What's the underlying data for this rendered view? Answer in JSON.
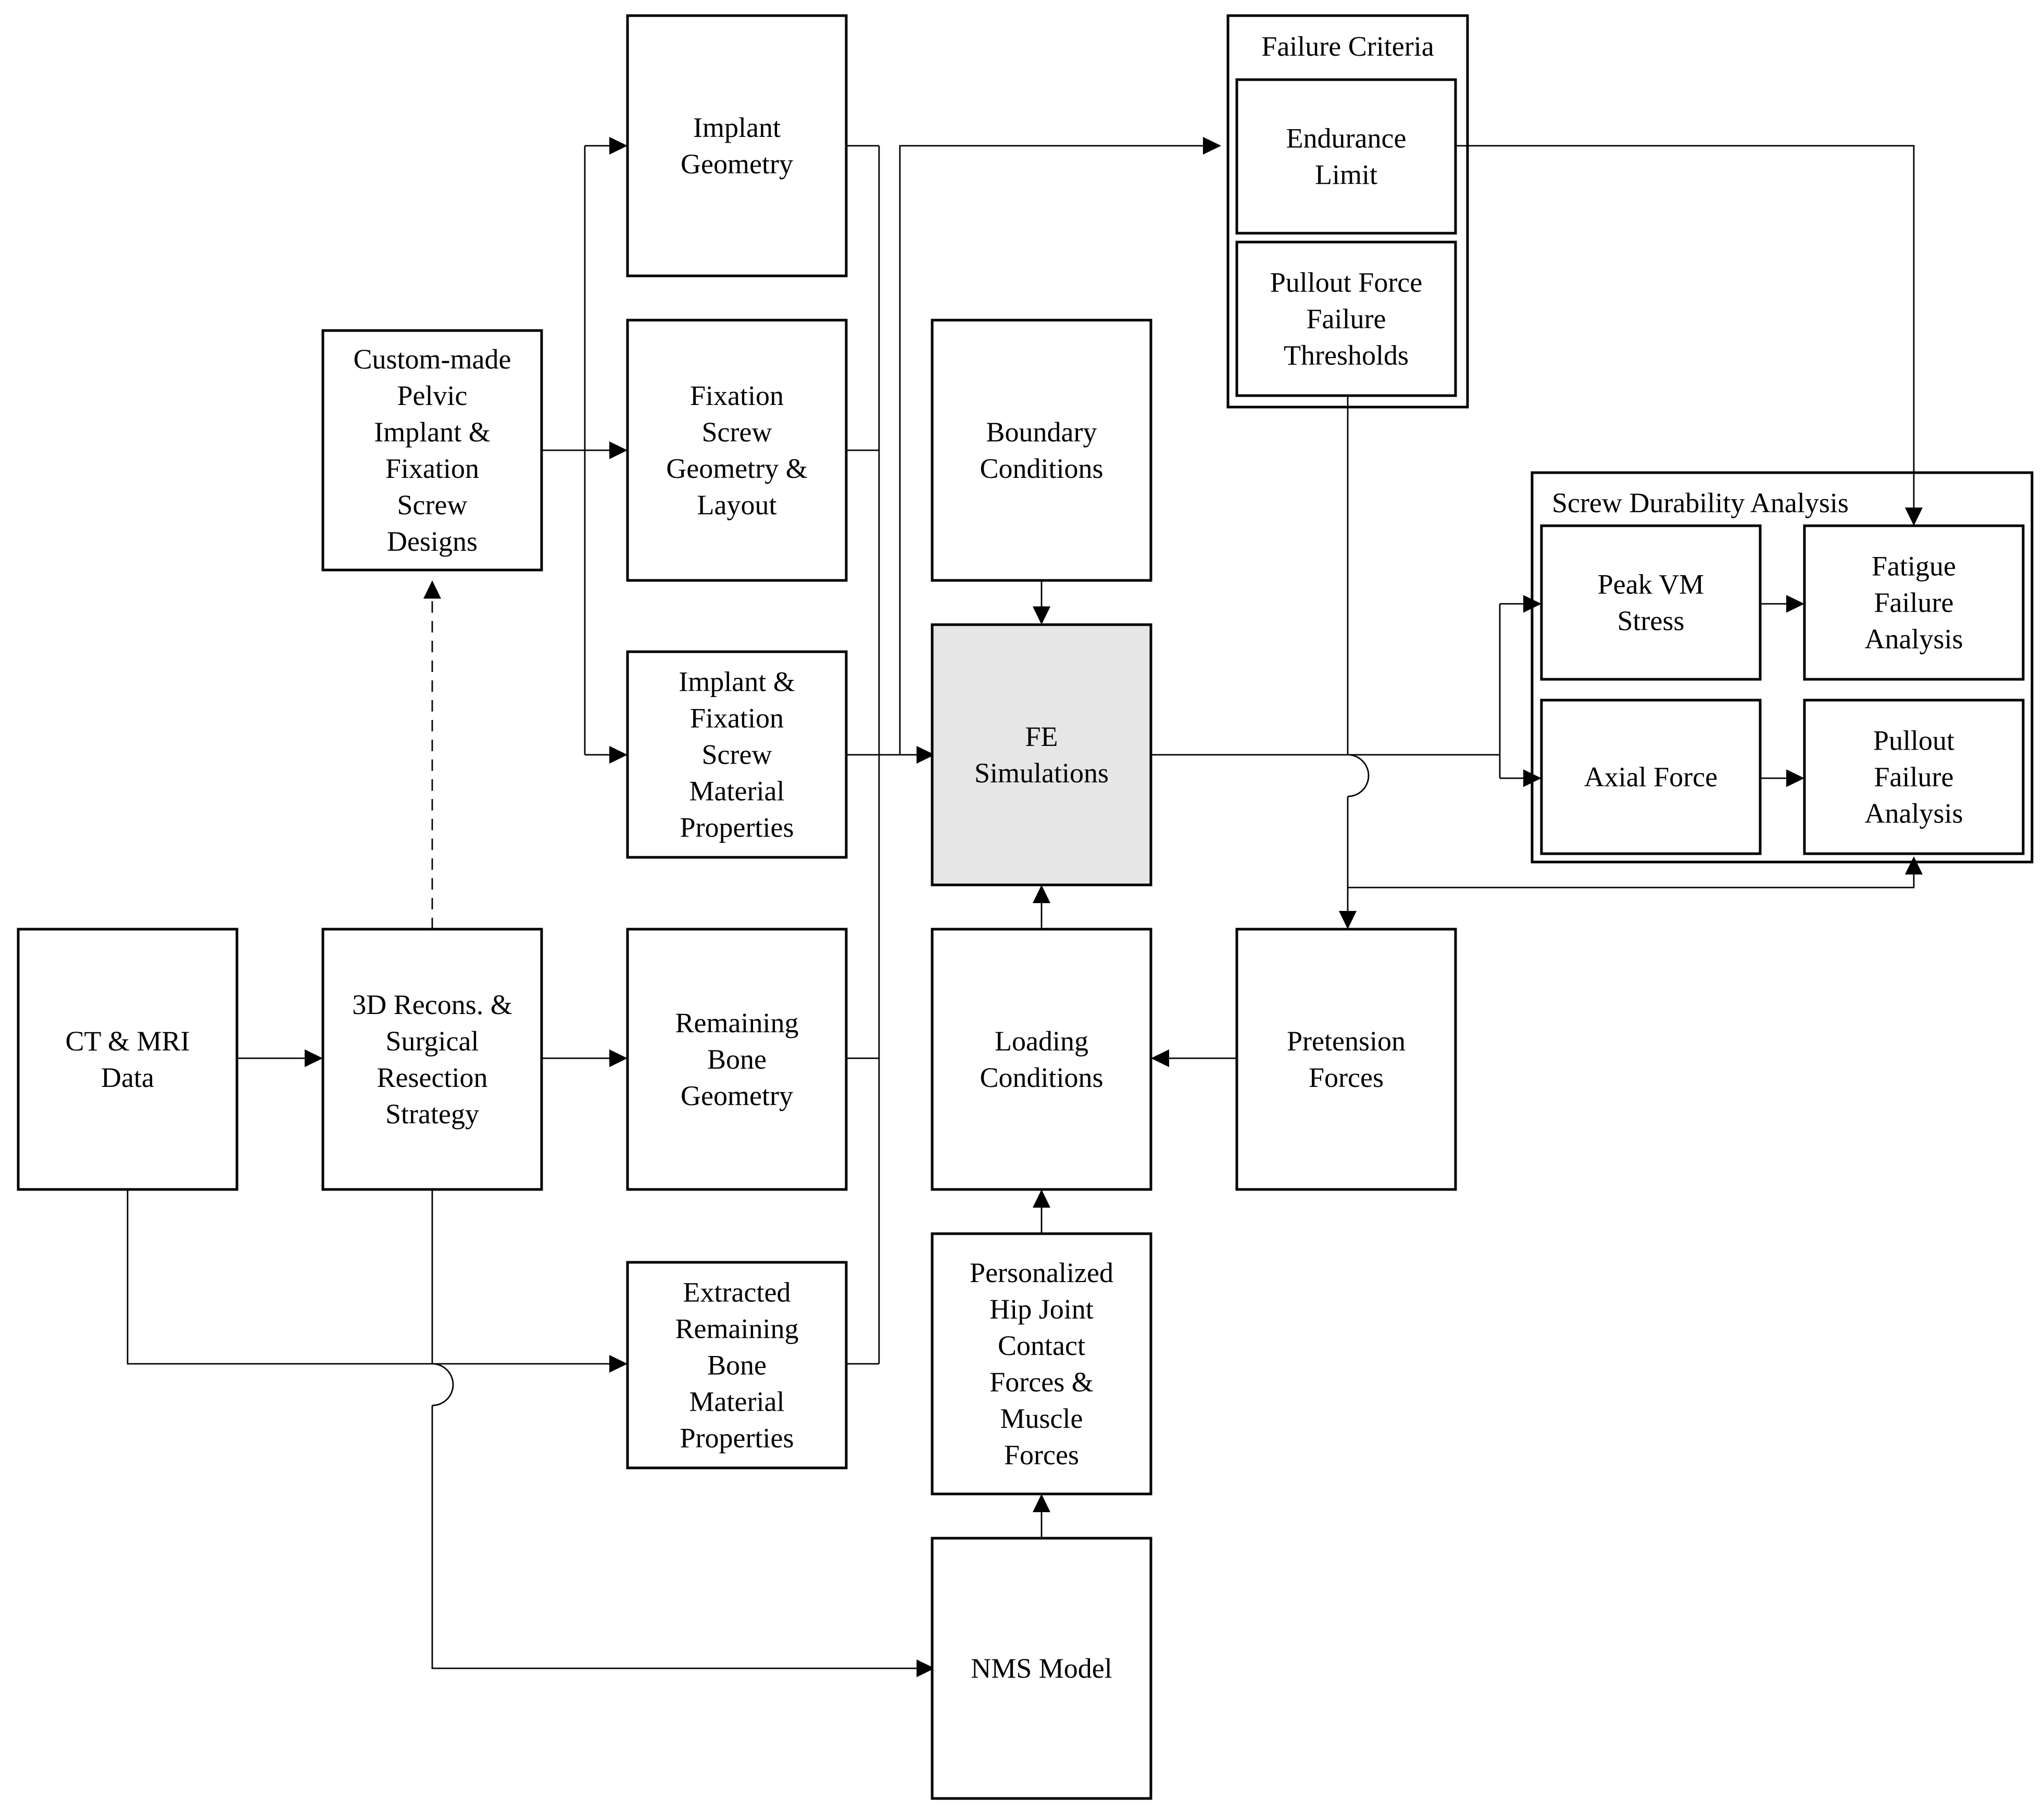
{
  "nodes": {
    "ct_mri": [
      "CT & MRI",
      "Data"
    ],
    "recons": [
      "3D Recons. &",
      "Surgical",
      "Resection",
      "Strategy"
    ],
    "custom": [
      "Custom-made",
      "Pelvic",
      "Implant &",
      "Fixation",
      "Screw",
      "Designs"
    ],
    "implant_geom": [
      "Implant",
      "Geometry"
    ],
    "screw_geom": [
      "Fixation",
      "Screw",
      "Geometry &",
      "Layout"
    ],
    "material": [
      "Implant &",
      "Fixation",
      "Screw",
      "Material",
      "Properties"
    ],
    "remaining_bone": [
      "Remaining",
      "Bone",
      "Geometry"
    ],
    "extracted_bone": [
      "Extracted",
      "Remaining",
      "Bone",
      "Material",
      "Properties"
    ],
    "boundary": [
      "Boundary",
      "Conditions"
    ],
    "fe": [
      "FE",
      "Simulations"
    ],
    "loading": [
      "Loading",
      "Conditions"
    ],
    "hip_forces": [
      "Personalized",
      "Hip Joint",
      "Contact",
      "Forces &",
      "Muscle",
      "Forces"
    ],
    "nms": [
      "NMS Model"
    ],
    "pretension": [
      "Pretension",
      "Forces"
    ],
    "endurance": [
      "Endurance",
      "Limit"
    ],
    "pullout_threshold": [
      "Pullout Force",
      "Failure",
      "Thresholds"
    ],
    "peak_vm": [
      "Peak VM",
      "Stress"
    ],
    "axial": [
      "Axial Force"
    ],
    "fatigue": [
      "Fatigue",
      "Failure",
      "Analysis"
    ],
    "pullout_analysis": [
      "Pullout",
      "Failure",
      "Analysis"
    ]
  },
  "groups": {
    "failure_criteria": "Failure Criteria",
    "screw_durability": "Screw Durability Analysis"
  },
  "colors": {
    "fe_fill": "#e6e6e6",
    "stroke": "#000000",
    "background": "#ffffff"
  }
}
